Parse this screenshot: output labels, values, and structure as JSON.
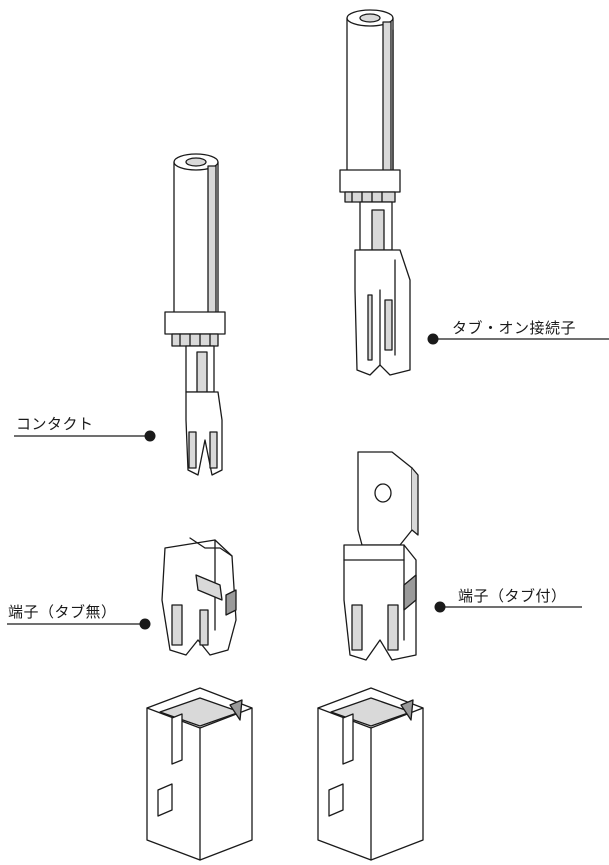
{
  "labels": {
    "tab_on_terminal": "タブ・オン接続子",
    "contact": "コンタクト",
    "terminal_no_tab": "端子（タブ無）",
    "terminal_with_tab": "端子（タブ付）"
  }
}
